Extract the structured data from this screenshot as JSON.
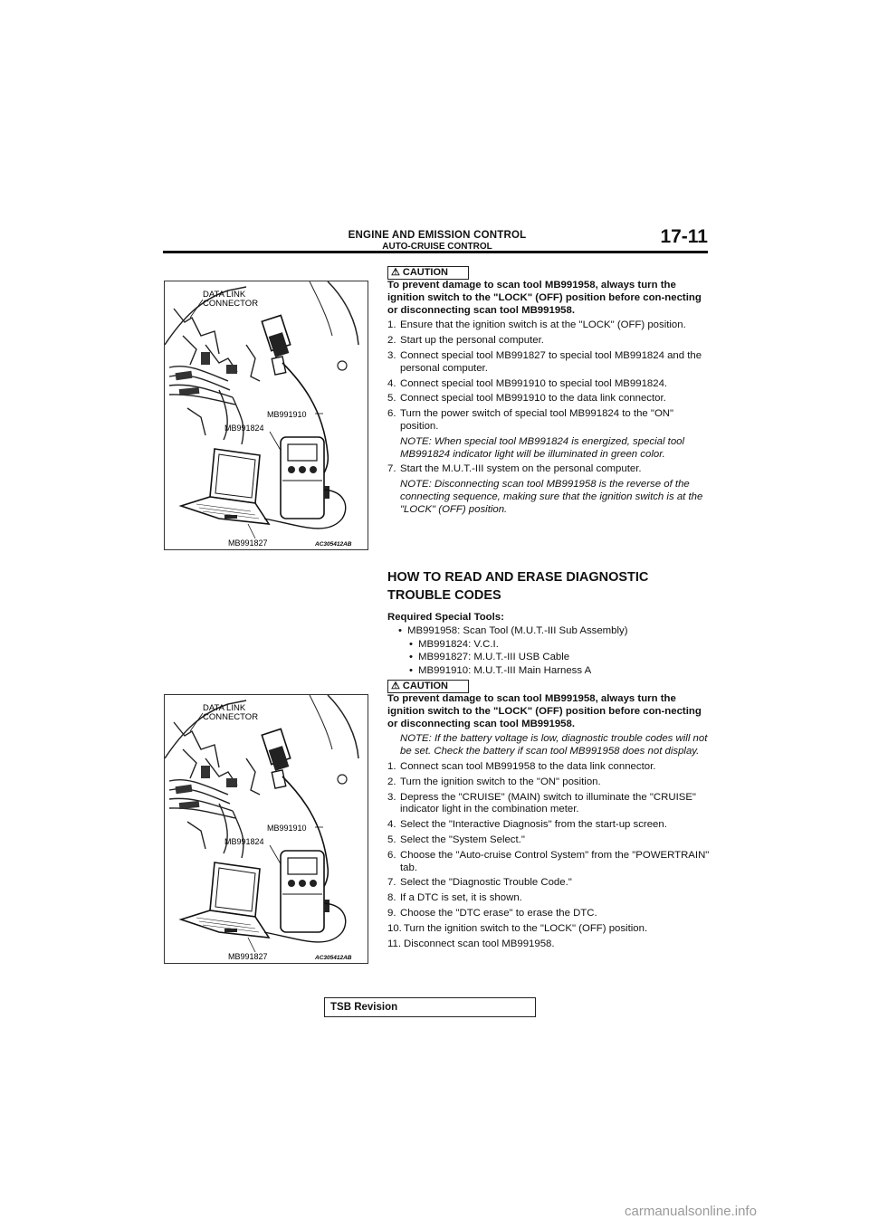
{
  "header": {
    "section_title": "ENGINE AND EMISSION CONTROL",
    "subsection": "AUTO-CRUISE CONTROL",
    "page_number": "17-11"
  },
  "figure1": {
    "label_dlc_1": "DATA LINK",
    "label_dlc_2": "CONNECTOR",
    "label_910": "MB991910",
    "label_824": "MB991824",
    "label_827": "MB991827",
    "code": "AC305412AB"
  },
  "figure2": {
    "label_dlc_1": "DATA LINK",
    "label_dlc_2": "CONNECTOR",
    "label_910": "MB991910",
    "label_824": "MB991824",
    "label_827": "MB991827",
    "code": "AC305412AB"
  },
  "caution1": {
    "label": "CAUTION",
    "text": "To prevent damage to scan tool MB991958, always turn the ignition switch to the \"LOCK\" (OFF) position before con-necting or disconnecting scan tool MB991958."
  },
  "steps1": [
    {
      "n": "1.",
      "t": "Ensure that the ignition switch is at the \"LOCK\" (OFF) position."
    },
    {
      "n": "2.",
      "t": "Start up the personal computer."
    },
    {
      "n": "3.",
      "t": "Connect special tool MB991827 to special tool MB991824 and the personal computer."
    },
    {
      "n": "4.",
      "t": "Connect special tool MB991910 to special tool MB991824."
    },
    {
      "n": "5.",
      "t": "Connect special tool MB991910 to the data link connector."
    },
    {
      "n": "6.",
      "t": "Turn the power switch of special tool MB991824 to the \"ON\" position."
    }
  ],
  "note1": "NOTE: When special tool MB991824 is energized, special tool MB991824 indicator light will be illuminated in green color.",
  "step7": {
    "n": "7.",
    "t": "Start the M.U.T.-III system on the personal computer."
  },
  "note2": "NOTE: Disconnecting scan tool MB991958 is the reverse of the connecting sequence, making sure that the ignition switch is at the \"LOCK\" (OFF) position.",
  "section2": {
    "heading_1": "HOW TO READ AND ERASE DIAGNOSTIC",
    "heading_2": "TROUBLE CODES",
    "tools_label": "Required Special Tools:",
    "tools": [
      "MB991958: Scan Tool (M.U.T.-III Sub Assembly)",
      "MB991824: V.C.I.",
      "MB991827: M.U.T.-III USB Cable",
      "MB991910: M.U.T.-III Main Harness A"
    ]
  },
  "caution2": {
    "label": "CAUTION",
    "text": "To prevent damage to scan tool MB991958, always turn the ignition switch to the \"LOCK\" (OFF) position before con-necting or disconnecting scan tool MB991958."
  },
  "note3": "NOTE: If the battery voltage is low, diagnostic trouble codes will not be set. Check the battery if scan tool MB991958 does not display.",
  "steps2": [
    {
      "n": "1.",
      "t": "Connect scan tool MB991958 to the data link connector."
    },
    {
      "n": "2.",
      "t": "Turn the ignition switch to the \"ON\" position."
    },
    {
      "n": "3.",
      "t": "Depress the \"CRUISE\" (MAIN) switch to illuminate the \"CRUISE\" indicator light in the combination meter."
    },
    {
      "n": "4.",
      "t": "Select the \"Interactive Diagnosis\" from the start-up screen."
    },
    {
      "n": "5.",
      "t": "Select the \"System Select.\""
    },
    {
      "n": "6.",
      "t": "Choose the \"Auto-cruise Control System\" from the \"POWERTRAIN\" tab."
    },
    {
      "n": "7.",
      "t": "Select the \"Diagnostic Trouble Code.\""
    },
    {
      "n": "8.",
      "t": "If a DTC is set, it is shown."
    },
    {
      "n": "9.",
      "t": "Choose the \"DTC erase\" to erase the DTC."
    },
    {
      "n": "10.",
      "t": "Turn the ignition switch to the \"LOCK\" (OFF) position."
    },
    {
      "n": "11.",
      "t": "Disconnect scan tool MB991958."
    }
  ],
  "footer": {
    "tsb_label": "TSB Revision",
    "watermark": "carmanualsonline.info"
  }
}
